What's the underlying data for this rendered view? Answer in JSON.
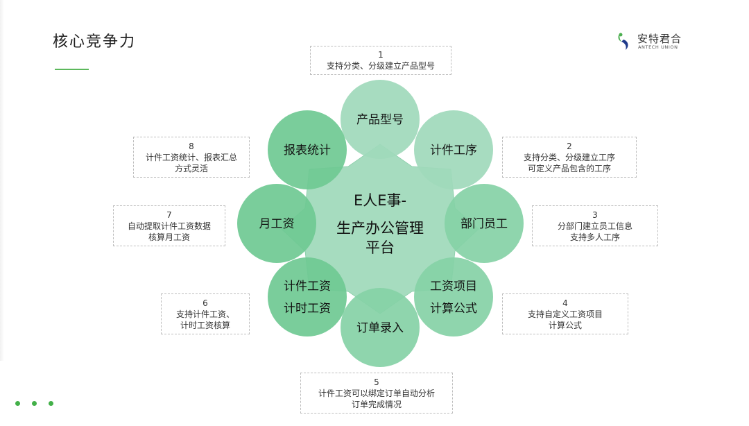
{
  "slide": {
    "title": "核心竞争力",
    "accent_color": "#5cb85c"
  },
  "logo": {
    "name_cn": "安特君合",
    "name_en": "ANTECH UNION",
    "icon": "antech-union-logo-icon"
  },
  "center": {
    "line1": "E人E事-",
    "line2": "生产办公管理",
    "line3": "平台"
  },
  "features": [
    {
      "number": "1",
      "label": "产品型号",
      "description": [
        "支持分类、分级建立产品型号"
      ]
    },
    {
      "number": "2",
      "label": "计件工序",
      "description": [
        "支持分类、分级建立工序",
        "可定义产品包含的工序"
      ]
    },
    {
      "number": "3",
      "label": "部门员工",
      "description": [
        "分部门建立员工信息",
        "支持多人工序"
      ]
    },
    {
      "number": "4",
      "label": "工资项目\n计算公式",
      "label_lines": [
        "工资项目",
        "计算公式"
      ],
      "description": [
        "支持自定义工资项目",
        "计算公式"
      ]
    },
    {
      "number": "5",
      "label": "订单录入",
      "description": [
        "计件工资可以绑定订单自动分析",
        "订单完成情况"
      ]
    },
    {
      "number": "6",
      "label": "计件工资\n计时工资",
      "label_lines": [
        "计件工资",
        "计时工资"
      ],
      "description": [
        "支持计件工资、",
        "计时工资核算"
      ]
    },
    {
      "number": "7",
      "label": "月工资",
      "description": [
        "自动提取计件工资数据",
        "核算月工资"
      ]
    },
    {
      "number": "8",
      "label": "报表统计",
      "description": [
        "计件工资统计、报表汇总",
        "方式灵活"
      ]
    }
  ],
  "colors": {
    "center_fill": "#a6dcbf",
    "petal_light": "#9fd9bb",
    "petal_mid": "#86d1a6",
    "petal_dark": "#6fc993",
    "dot": "#43b049"
  }
}
